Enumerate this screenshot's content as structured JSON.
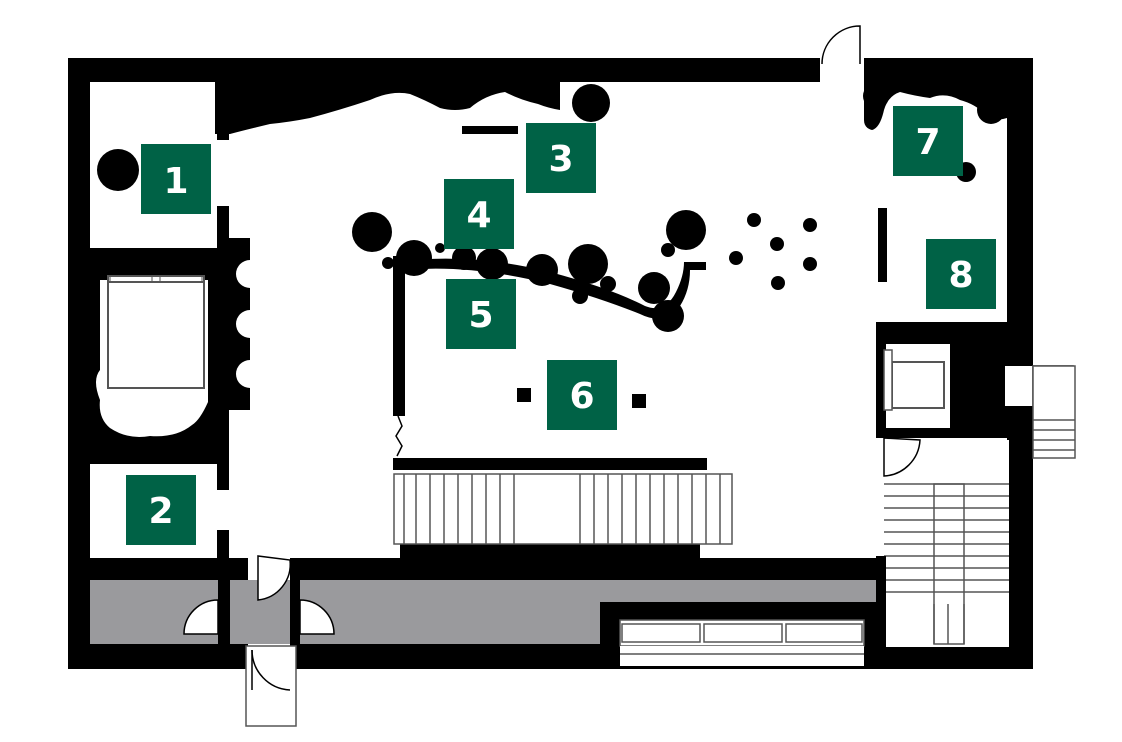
{
  "colors": {
    "wall": "#000000",
    "floor": "#ffffff",
    "corridor": "#9a9a9d",
    "badge": "#006246",
    "badge_text": "#ffffff",
    "line": "#555555"
  },
  "rooms": [
    {
      "label": "1"
    },
    {
      "label": "2"
    },
    {
      "label": "3"
    },
    {
      "label": "4"
    },
    {
      "label": "5"
    },
    {
      "label": "6"
    },
    {
      "label": "7"
    },
    {
      "label": "8"
    }
  ]
}
